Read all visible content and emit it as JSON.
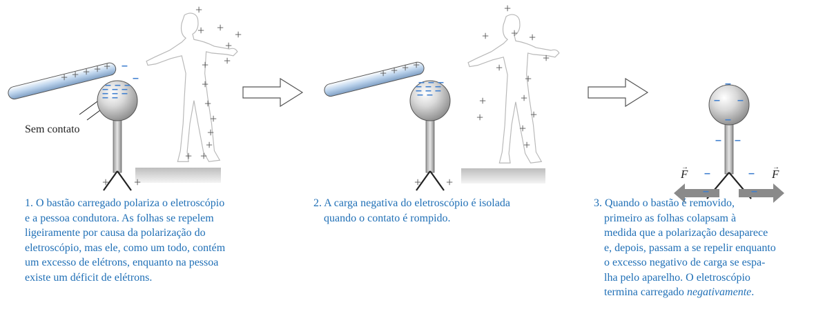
{
  "labels": {
    "sem_contato": "Sem contato",
    "force_symbol": "F"
  },
  "charge_symbols": {
    "plus": "+",
    "minus": "–"
  },
  "captions": [
    {
      "lines": [
        "1. O bastão carregado polariza o eletroscópio",
        "e a pessoa condutora. As folhas se repelem",
        "ligeiramente por causa da polarização do",
        "eletroscópio, mas ele, como um todo, contém",
        "um excesso de elétrons, enquanto na pessoa",
        "existe um déficit de elétrons."
      ]
    },
    {
      "lines": [
        "2. A carga negativa do eletroscópio é isolada",
        "quando o contato é rompido."
      ]
    },
    {
      "lines": [
        "3. Quando o bastão é removido,",
        "primeiro as folhas colapsam à",
        "medida que a polarização desaparece",
        "e, depois, passam a se repelir enquanto",
        "o excesso negativo de carga se espa-",
        "lha pelo aparelho. O eletroscópio",
        "termina carregado "
      ],
      "last_italic": "negativamente",
      "last_tail": "."
    }
  ],
  "colors": {
    "caption": "#1f6fb6",
    "minus": "#3f7fcf",
    "plus": "#555555",
    "rod": "#cfe0f2",
    "sphere": "#d9d9d9",
    "ground": "#c8c8c8",
    "arrow_force": "#8a8a8a"
  }
}
